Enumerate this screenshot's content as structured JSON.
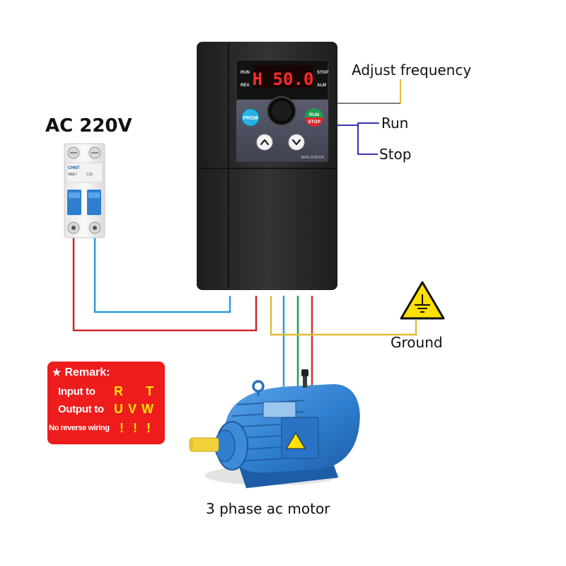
{
  "supply": {
    "label": "AC 220V",
    "breaker_brand": "CHNT",
    "breaker_model": "NBE7",
    "breaker_rating": "C16"
  },
  "inverter": {
    "display_value": "H 50.0",
    "indicators": {
      "run": "RUN",
      "rev": "REV.",
      "stop": "STOP",
      "alm": "ALM"
    },
    "buttons": {
      "program": "PRGM",
      "run": "RUN",
      "stop": "STOP"
    },
    "panel_model": "9600-2235-EN"
  },
  "callouts": {
    "adjust_frequency": "Adjust frequency",
    "run": "Run",
    "stop": "Stop",
    "ground": "Ground"
  },
  "remark": {
    "title": "Remark:",
    "input_label": "Input to",
    "input_terminals": [
      "R",
      "T"
    ],
    "output_label": "Output to",
    "output_terminals": [
      "U",
      "V",
      "W"
    ],
    "warning_label": "No reverse wiring",
    "warning_marks": [
      "!",
      "!",
      "!"
    ]
  },
  "motor": {
    "caption": "3 phase ac motor"
  },
  "colors": {
    "supply_live": "#c8282e",
    "supply_neutral": "#2e9bd6",
    "phase_u": "#2e9bd6",
    "phase_v": "#1d9e52",
    "phase_w": "#d8323a",
    "ground_wire": "#e0bc33",
    "callout_line": "#1a1ab0",
    "remark_bg": "#ee1c1c",
    "remark_highlight": "#ffe600",
    "inverter_body": "#2b2b2b",
    "motor_body": "#2f7fd0",
    "warning_sign": "#ffe000"
  },
  "icons": [
    "circuit-breaker-icon",
    "ground-warning-icon",
    "ac-motor-icon",
    "frequency-knob-icon",
    "up-arrow-icon",
    "down-arrow-icon",
    "star-icon"
  ]
}
